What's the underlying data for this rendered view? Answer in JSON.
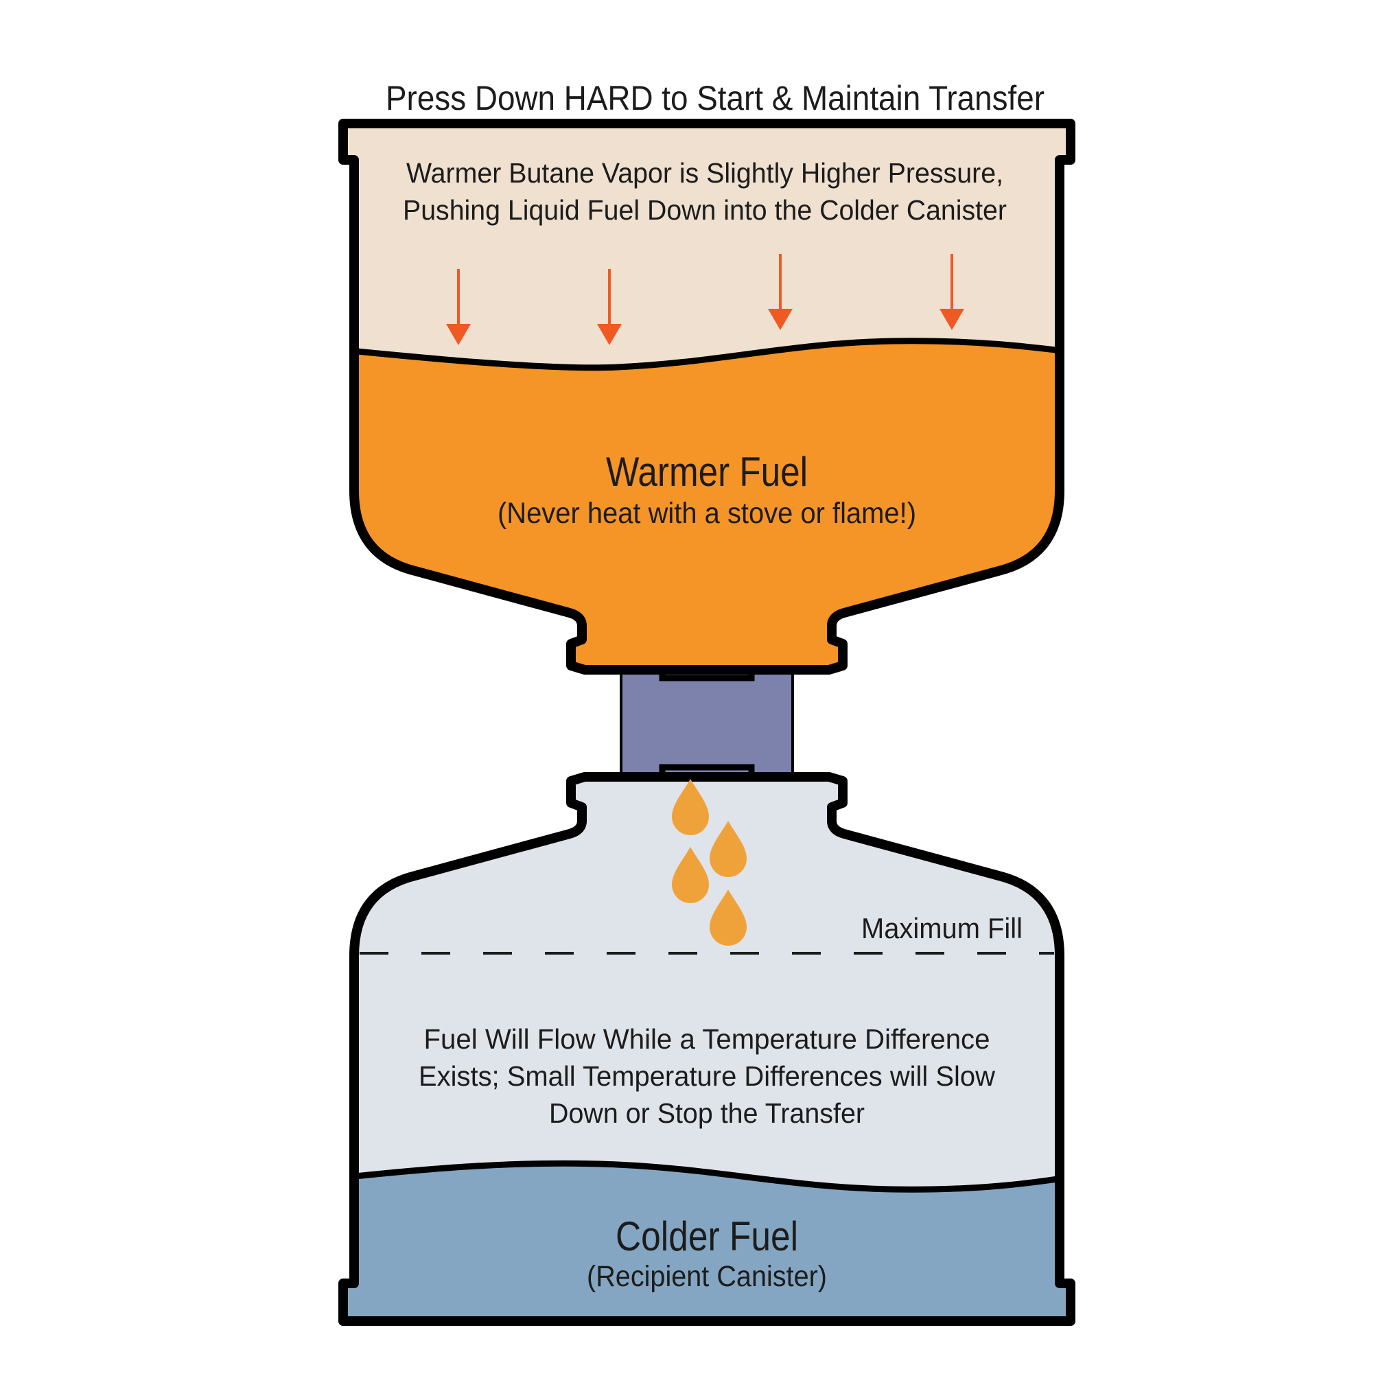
{
  "instruction": "Press Down HARD to Start & Maintain Transfer",
  "top_canister": {
    "vapor_line1": "Warmer Butane Vapor is Slightly Higher Pressure,",
    "vapor_line2": "Pushing Liquid Fuel Down into the Colder Canister",
    "fuel_title": "Warmer Fuel",
    "fuel_note": "(Never heat with a stove or flame!)"
  },
  "bottom_canister": {
    "max_fill_label": "Maximum Fill",
    "flow_line1": "Fuel Will Flow  While a Temperature Difference",
    "flow_line2": "Exists; Small Temperature Differences will Slow",
    "flow_line3": "Down or Stop the Transfer",
    "fuel_title": "Colder Fuel",
    "fuel_note": "(Recipient Canister)"
  },
  "colors": {
    "vapor": "#efe0cf",
    "warm_fuel": "#f59427",
    "arrow": "#ef5a24",
    "coupler": "#7d82ad",
    "empty_space": "#dfe4ea",
    "cold_fuel": "#84a6c2",
    "droplet": "#f0a23a",
    "outline": "#000000"
  },
  "icons": {
    "pressure_arrows": "down-arrow-icon",
    "droplets": "fuel-drop-icon"
  }
}
